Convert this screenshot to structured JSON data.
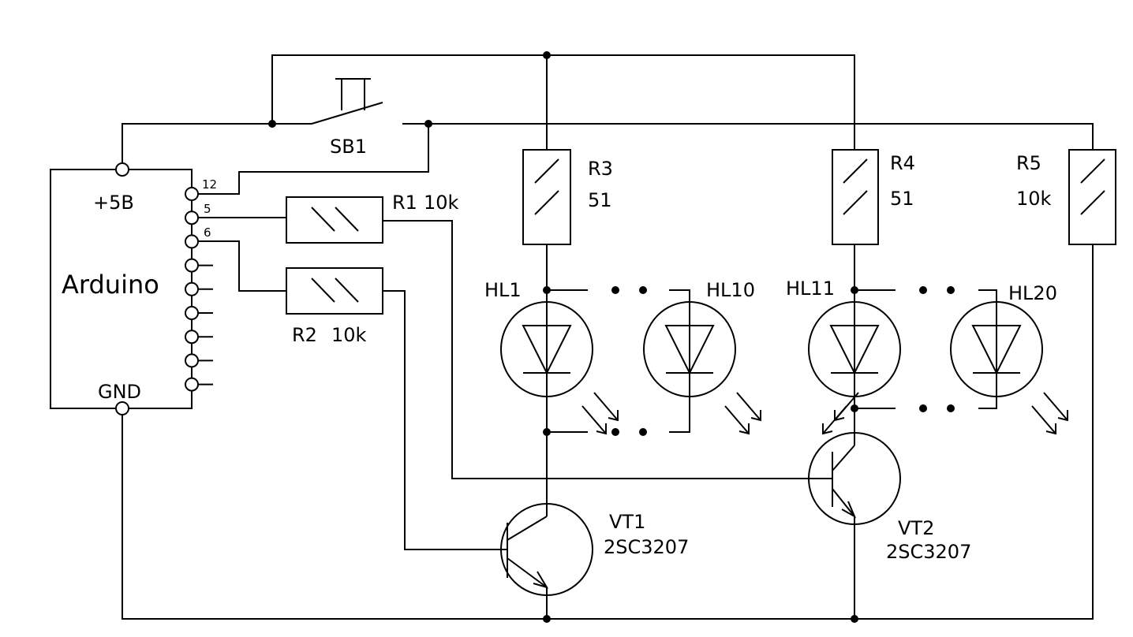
{
  "components": {
    "arduino": {
      "label": "Arduino",
      "vcc": "+5B",
      "gnd": "GND",
      "pins": [
        "12",
        "5",
        "6"
      ]
    },
    "sb1": {
      "label": "SB1"
    },
    "r1": {
      "label": "R1",
      "value": "10k"
    },
    "r2": {
      "label": "R2",
      "value": "10k"
    },
    "r3": {
      "label": "R3",
      "value": "51"
    },
    "r4": {
      "label": "R4",
      "value": "51"
    },
    "r5": {
      "label": "R5",
      "value": "10k"
    },
    "leds": [
      "HL1",
      "HL10",
      "HL11",
      "HL20"
    ],
    "vt1": {
      "label": "VT1",
      "part": "2SC3207"
    },
    "vt2": {
      "label": "VT2",
      "part": "2SC3207"
    }
  }
}
